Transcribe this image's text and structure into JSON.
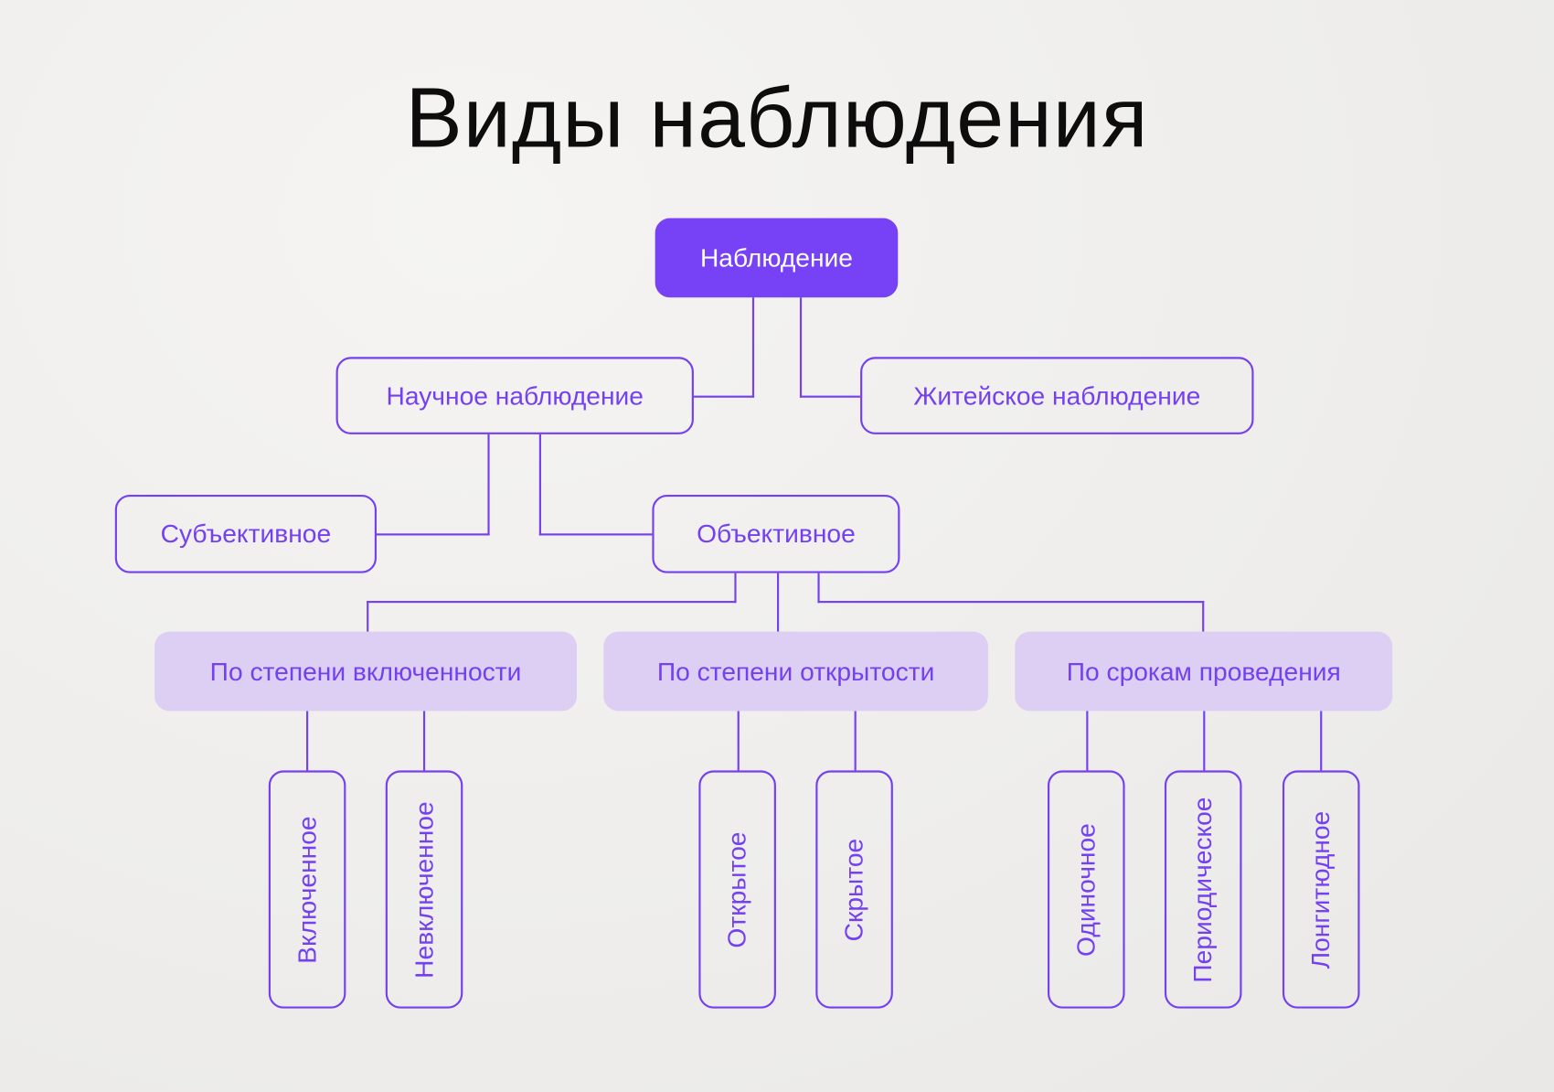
{
  "title": "Виды наблюдения",
  "root": "Наблюдение",
  "level1": [
    "Научное наблюдение",
    "Житейское наблюдение"
  ],
  "level2": [
    "Субъективное",
    "Объективное"
  ],
  "categories": [
    "По степени включенности",
    "По степени открытости",
    "По срокам проведения"
  ],
  "leaves": [
    "Включенное",
    "Невключенное",
    "Открытое",
    "Скрытое",
    "Одиночное",
    "Периодическое",
    "Лонгитюдное"
  ],
  "colors": {
    "accent": "#7742f5",
    "category_fill": "#dccff3",
    "background": "#efeeec"
  }
}
